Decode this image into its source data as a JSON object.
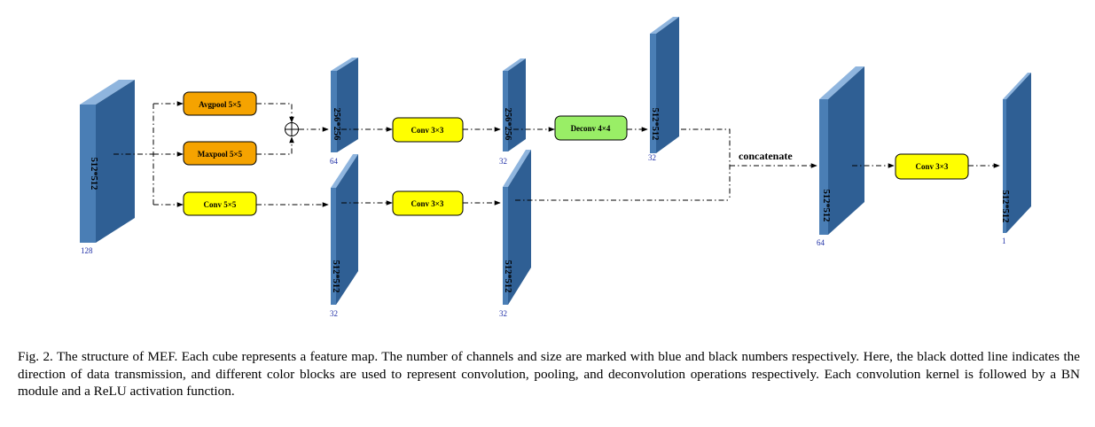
{
  "colors": {
    "cube_front": "#4a7eb5",
    "cube_side": "#2f5f94",
    "cube_top": "#8fb5de",
    "pool_block": "#f5a300",
    "conv_block": "#ffff00",
    "deconv_block": "#99ee66",
    "channel_text": "#1f2fa6"
  },
  "icons": {
    "sum_node": "circled-plus-icon",
    "arrow": "arrowhead-icon"
  },
  "cubes": {
    "input": {
      "size": "512*512",
      "channels": "128"
    },
    "pool_out": {
      "size": "256*256",
      "channels": "64"
    },
    "conv5_out": {
      "size": "512*512",
      "channels": "32"
    },
    "up_conv_out": {
      "size": "256*256",
      "channels": "32"
    },
    "low_conv_out": {
      "size": "512*512",
      "channels": "32"
    },
    "deconv_out": {
      "size": "512*512",
      "channels": "32"
    },
    "concat_out": {
      "size": "512*512",
      "channels": "64"
    },
    "output": {
      "size": "512*512",
      "channels": "1"
    }
  },
  "ops": {
    "avgpool": "Avgpool 5×5",
    "maxpool": "Maxpool 5×5",
    "conv5": "Conv 5×5",
    "conv3_upper": "Conv 3×3",
    "conv3_lower": "Conv 3×3",
    "deconv": "Deconv 4×4",
    "conv3_final": "Conv 3×3"
  },
  "concat_label": "concatenate",
  "caption": "Fig. 2.  The structure of MEF. Each cube represents a feature map. The number of channels and size are marked with blue and black numbers respectively. Here, the black dotted line indicates the direction of data transmission, and different color blocks are used to represent convolution, pooling, and deconvolution operations respectively. Each convolution kernel is followed by a BN module and a ReLU activation function."
}
